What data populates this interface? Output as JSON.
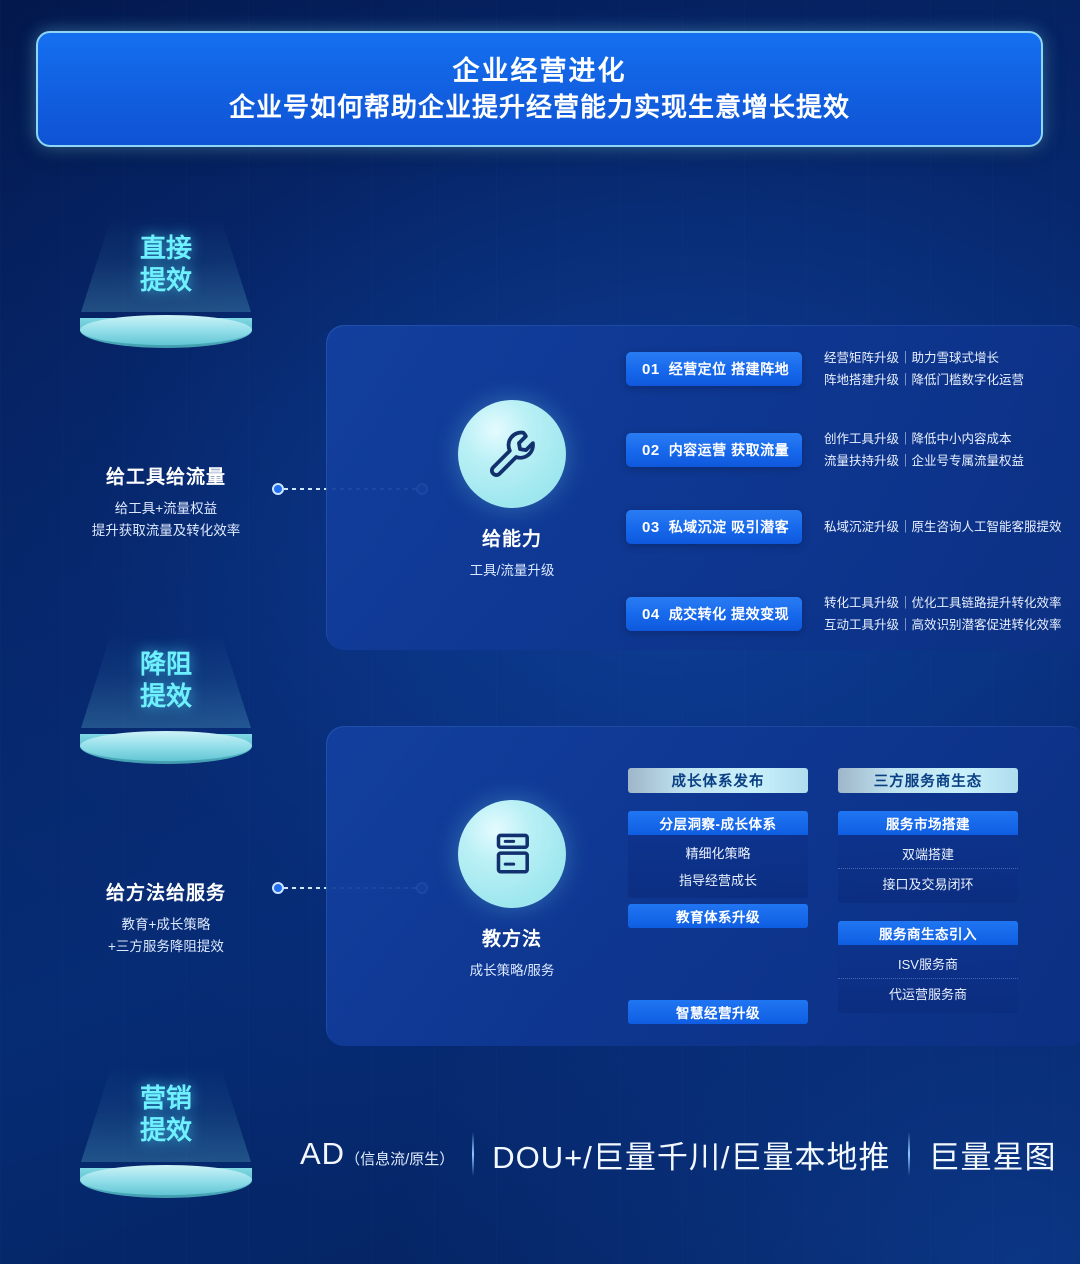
{
  "title": {
    "line1": "企业经营进化",
    "line2": "企业号如何帮助企业提升经营能力实现生意增长提效"
  },
  "stages": [
    {
      "beam_line1": "直接",
      "beam_line2": "提效",
      "caption_title": "给工具给流量",
      "caption_sub_line1": "给工具+流量权益",
      "caption_sub_line2": "提升获取流量及转化效率"
    },
    {
      "beam_line1": "降阻",
      "beam_line2": "提效",
      "caption_title": "给方法给服务",
      "caption_sub_line1": "教育+成长策略",
      "caption_sub_line2": "+三方服务降阻提效"
    },
    {
      "beam_line1": "营销",
      "beam_line2": "提效",
      "caption_title": "",
      "caption_sub_line1": "",
      "caption_sub_line2": ""
    }
  ],
  "panel_capability": {
    "hub_title": "给能力",
    "hub_sub": "工具/流量升级",
    "hub_icon": "wrench-icon",
    "items": [
      {
        "num": "01",
        "label": "经营定位 搭建阵地",
        "desc_line1": "经营矩阵升级｜助力雪球式增长",
        "desc_line2": "阵地搭建升级｜降低门槛数字化运营"
      },
      {
        "num": "02",
        "label": "内容运营 获取流量",
        "desc_line1": "创作工具升级｜降低中小内容成本",
        "desc_line2": "流量扶持升级｜企业号专属流量权益"
      },
      {
        "num": "03",
        "label": "私域沉淀 吸引潜客",
        "desc_line1": "私域沉淀升级｜原生咨询人工智能客服提效",
        "desc_line2": ""
      },
      {
        "num": "04",
        "label": "成交转化 提效变现",
        "desc_line1": "转化工具升级｜优化工具链路提升转化效率",
        "desc_line2": "互动工具升级｜高效识别潜客促进转化效率"
      }
    ]
  },
  "panel_method": {
    "hub_title": "教方法",
    "hub_sub": "成长策略/服务",
    "hub_icon": "layers-icon",
    "left_column": {
      "head": "成长体系发布",
      "block1_head": "分层洞察-成长体系",
      "block1_lines": [
        "精细化策略",
        "指导经营成长"
      ],
      "block2_head": "教育体系升级",
      "block3_head": "智慧经营升级"
    },
    "right_column": {
      "head": "三方服务商生态",
      "block1_head": "服务市场搭建",
      "block1_items": [
        "双端搭建",
        "接口及交易闭环"
      ],
      "block2_head": "服务商生态引入",
      "block2_items": [
        "ISV服务商",
        "代运营服务商"
      ]
    }
  },
  "bottom_bar": {
    "seg1_main": "AD",
    "seg1_sub": "（信息流/原生）",
    "seg2_main": "DOU+/巨量千川/巨量本地推",
    "seg3_main": "巨量星图"
  },
  "colors": {
    "background": "#041f5c",
    "title_box": "#1168e8",
    "title_border": "#8fd6f5",
    "accent_cyan": "#6ef0ff",
    "panel": "#0d3a9c",
    "num_box": "#1668ec",
    "head_light": "#c9f1fb"
  }
}
